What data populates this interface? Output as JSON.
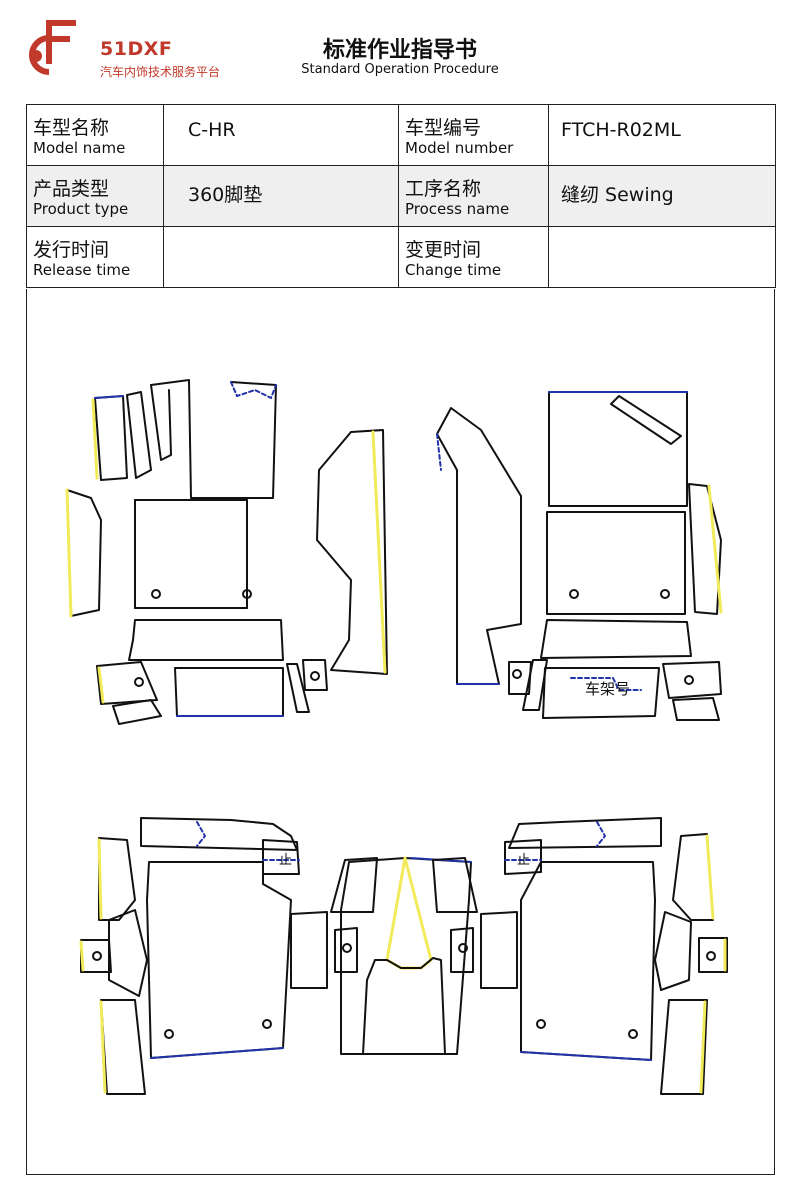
{
  "logo": {
    "brand": "51DXF",
    "tagline": "汽车内饰技术服务平台"
  },
  "header": {
    "title_cn": "标准作业指导书",
    "title_en": "Standard Operation Procedure"
  },
  "info": {
    "model_name_cn": "车型名称",
    "model_name_en": "Model name",
    "model_name_value": "C-HR",
    "model_number_cn": "车型编号",
    "model_number_en": "Model number",
    "model_number_value": "FTCH-R02ML",
    "product_type_cn": "产品类型",
    "product_type_en": "Product type",
    "product_type_value": "360脚垫",
    "process_name_cn": "工序名称",
    "process_name_en": "Process name",
    "process_name_value": "缝纫 Sewing",
    "release_time_cn": "发行时间",
    "release_time_en": "Release time",
    "release_time_value": "",
    "change_time_cn": "变更时间",
    "change_time_en": "Change time",
    "change_time_value": ""
  },
  "drawing": {
    "label_frame_number": "车架号",
    "label_stop_left": "止",
    "label_stop_right": "止",
    "colors": {
      "outline": "#111111",
      "edge_blue": "#2233aa",
      "edge_yellow": "#f2ea5a"
    }
  }
}
